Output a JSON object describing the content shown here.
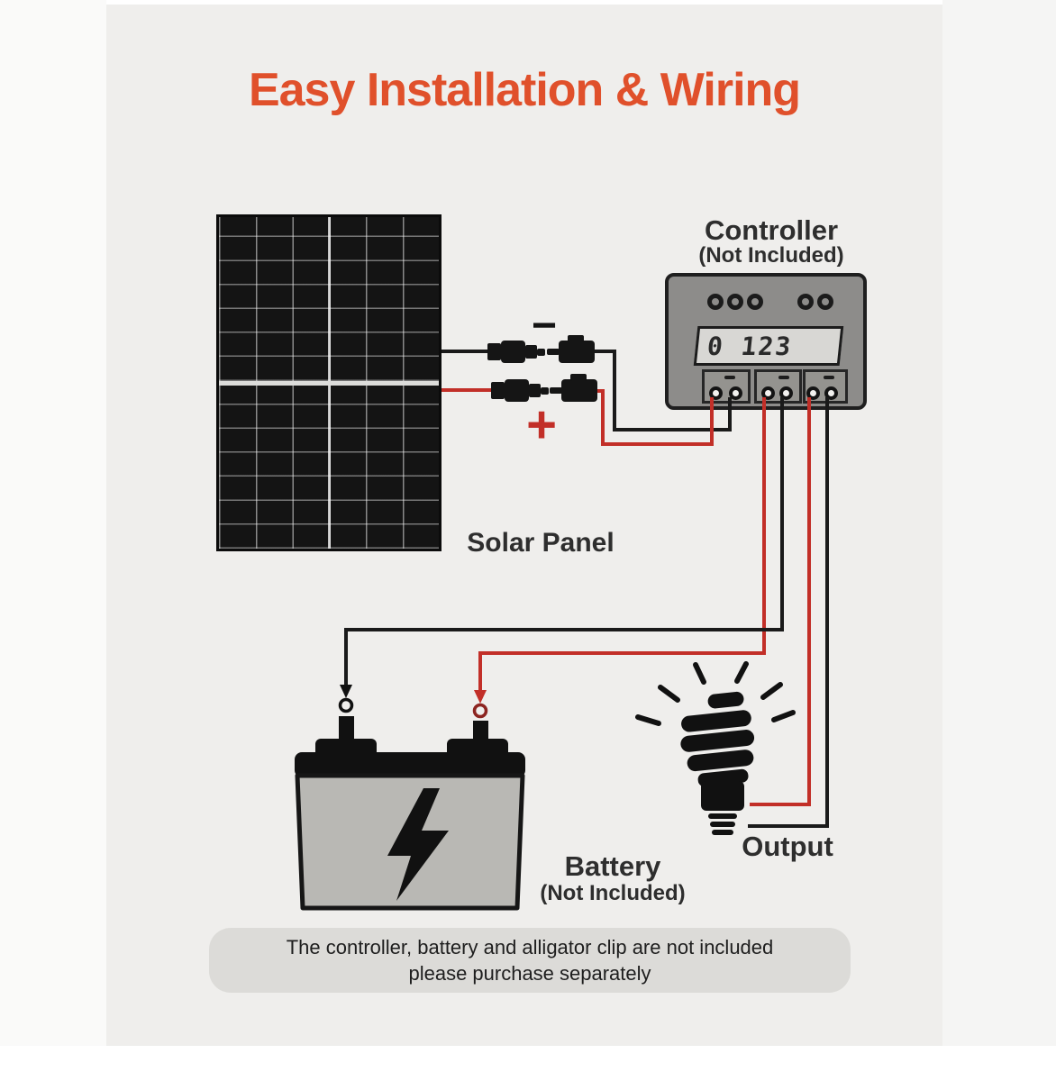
{
  "title": "Easy Installation & Wiring",
  "solar_panel": {
    "label": "Solar Panel"
  },
  "connectors": {
    "negative_symbol": "−",
    "positive_symbol": "+"
  },
  "controller": {
    "label": "Controller",
    "note": "(Not Included)",
    "display_value": "0 123"
  },
  "battery": {
    "label": "Battery",
    "note": "(Not Included)"
  },
  "output": {
    "label": "Output"
  },
  "footer": {
    "line1": "The controller, battery and alligator clip are not included",
    "line2": "please purchase separately"
  },
  "colors": {
    "accent_orange": "#e0502b",
    "wire_red": "#c22f28",
    "wire_black": "#1a1a1a",
    "background": "#efeeec",
    "controller_gray": "#8d8c8a",
    "battery_gray": "#b9b8b4",
    "footer_pill": "#dcdbd8"
  }
}
